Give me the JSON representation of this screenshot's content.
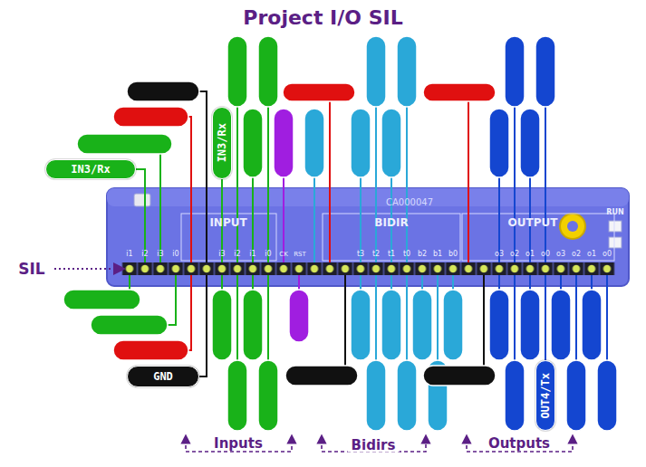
{
  "diagram": {
    "title": "Project I/O SIL",
    "nodes": [
      {
        "text": [
          "IN3/Rx"
        ]
      },
      {
        "text": [
          "IN3/Rx"
        ]
      },
      {
        "text": [
          "GND"
        ]
      },
      {
        "text": [
          "OUT4/Tx"
        ]
      }
    ],
    "labels": [
      "SIL",
      "INPUT",
      "BIDIR",
      "OUTPUT",
      "CA000047",
      "RUN",
      "i1",
      "i2",
      "i3",
      "i0",
      "i3",
      "i2",
      "i1",
      "i0",
      "CK",
      "RST",
      "t3",
      "t2",
      "t1",
      "t0",
      "b2",
      "b1",
      "b0",
      "o3",
      "o2",
      "o1",
      "o0",
      "o3",
      "o2",
      "o1",
      "o0",
      "Inputs",
      "Bidirs",
      "Outputs"
    ]
  }
}
